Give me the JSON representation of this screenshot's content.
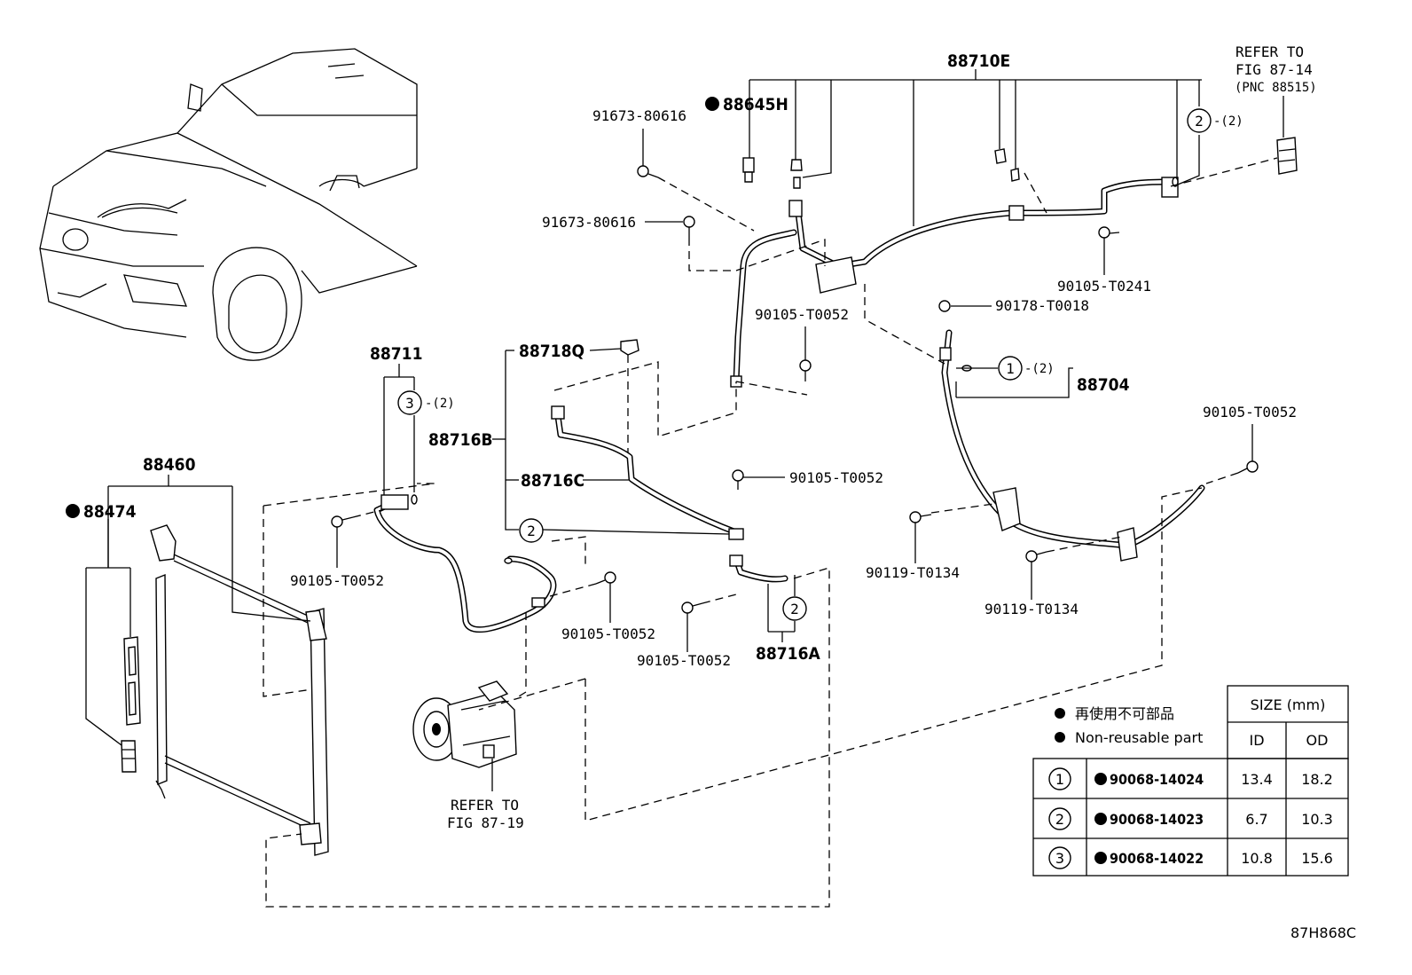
{
  "labels": {
    "p88710E": "88710E",
    "p88645H": "88645H",
    "p91673_a": "91673-80616",
    "p91673_b": "91673-80616",
    "refer_top_1": "REFER TO",
    "refer_top_2": "FIG 87-14",
    "refer_top_3": "(PNC 88515)",
    "circ2_top_qty": "-(2)",
    "p90105_T0241": "90105-T0241",
    "p90178_T0018": "90178-T0018",
    "p90105_T0052_mid": "90105-T0052",
    "circ1_qty": "-(2)",
    "p88704": "88704",
    "p90105_T0052_right": "90105-T0052",
    "p88711": "88711",
    "circ3_qty": "-(2)",
    "p88718Q": "88718Q",
    "p88716B": "88716B",
    "p88716C": "88716C",
    "p90105_T0052_c": "90105-T0052",
    "p88460": "88460",
    "p88474": "88474",
    "p90105_T0052_left": "90105-T0052",
    "p90105_T0052_lower": "90105-T0052",
    "p90105_T0052_lower2": "90105-T0052",
    "p88716A": "88716A",
    "p90119_T0134_a": "90119-T0134",
    "p90119_T0134_b": "90119-T0134",
    "refer_bot_1": "REFER TO",
    "refer_bot_2": "FIG 87-19",
    "circ_num_1": "1",
    "circ_num_2": "2",
    "circ_num_3": "3",
    "diagram_code": "87H868C"
  },
  "legend": {
    "nonreusable_ja": "再使用不可部品",
    "nonreusable_en": "Non-reusable part"
  },
  "table": {
    "size_header": "SIZE (mm)",
    "col_id": "ID",
    "col_od": "OD",
    "rows": [
      {
        "ref": "1",
        "part": "90068-14024",
        "id": "13.4",
        "od": "18.2"
      },
      {
        "ref": "2",
        "part": "90068-14023",
        "id": "6.7",
        "od": "10.3"
      },
      {
        "ref": "3",
        "part": "90068-14022",
        "id": "10.8",
        "od": "15.6"
      }
    ]
  }
}
